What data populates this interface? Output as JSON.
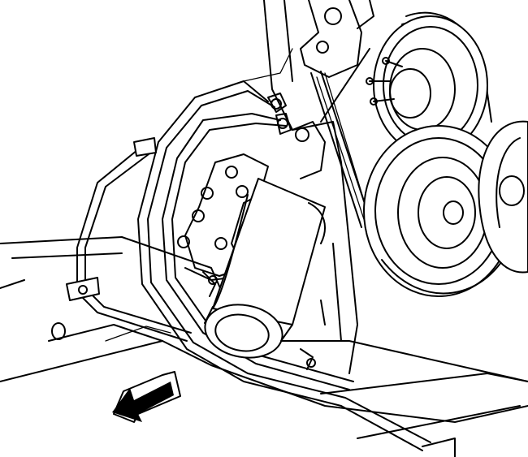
{
  "diagram": {
    "kind": "line-art technical illustration",
    "subject_parts": [
      "engine-block",
      "accessory-belt",
      "idler-pulley",
      "crankshaft-pulley",
      "power-steering-pulley",
      "starter-motor",
      "fuel-lines",
      "line-clips",
      "frame-rail"
    ],
    "direction_arrow": "front-of-vehicle",
    "ink_color": "#000000",
    "paper_color": "#ffffff"
  }
}
